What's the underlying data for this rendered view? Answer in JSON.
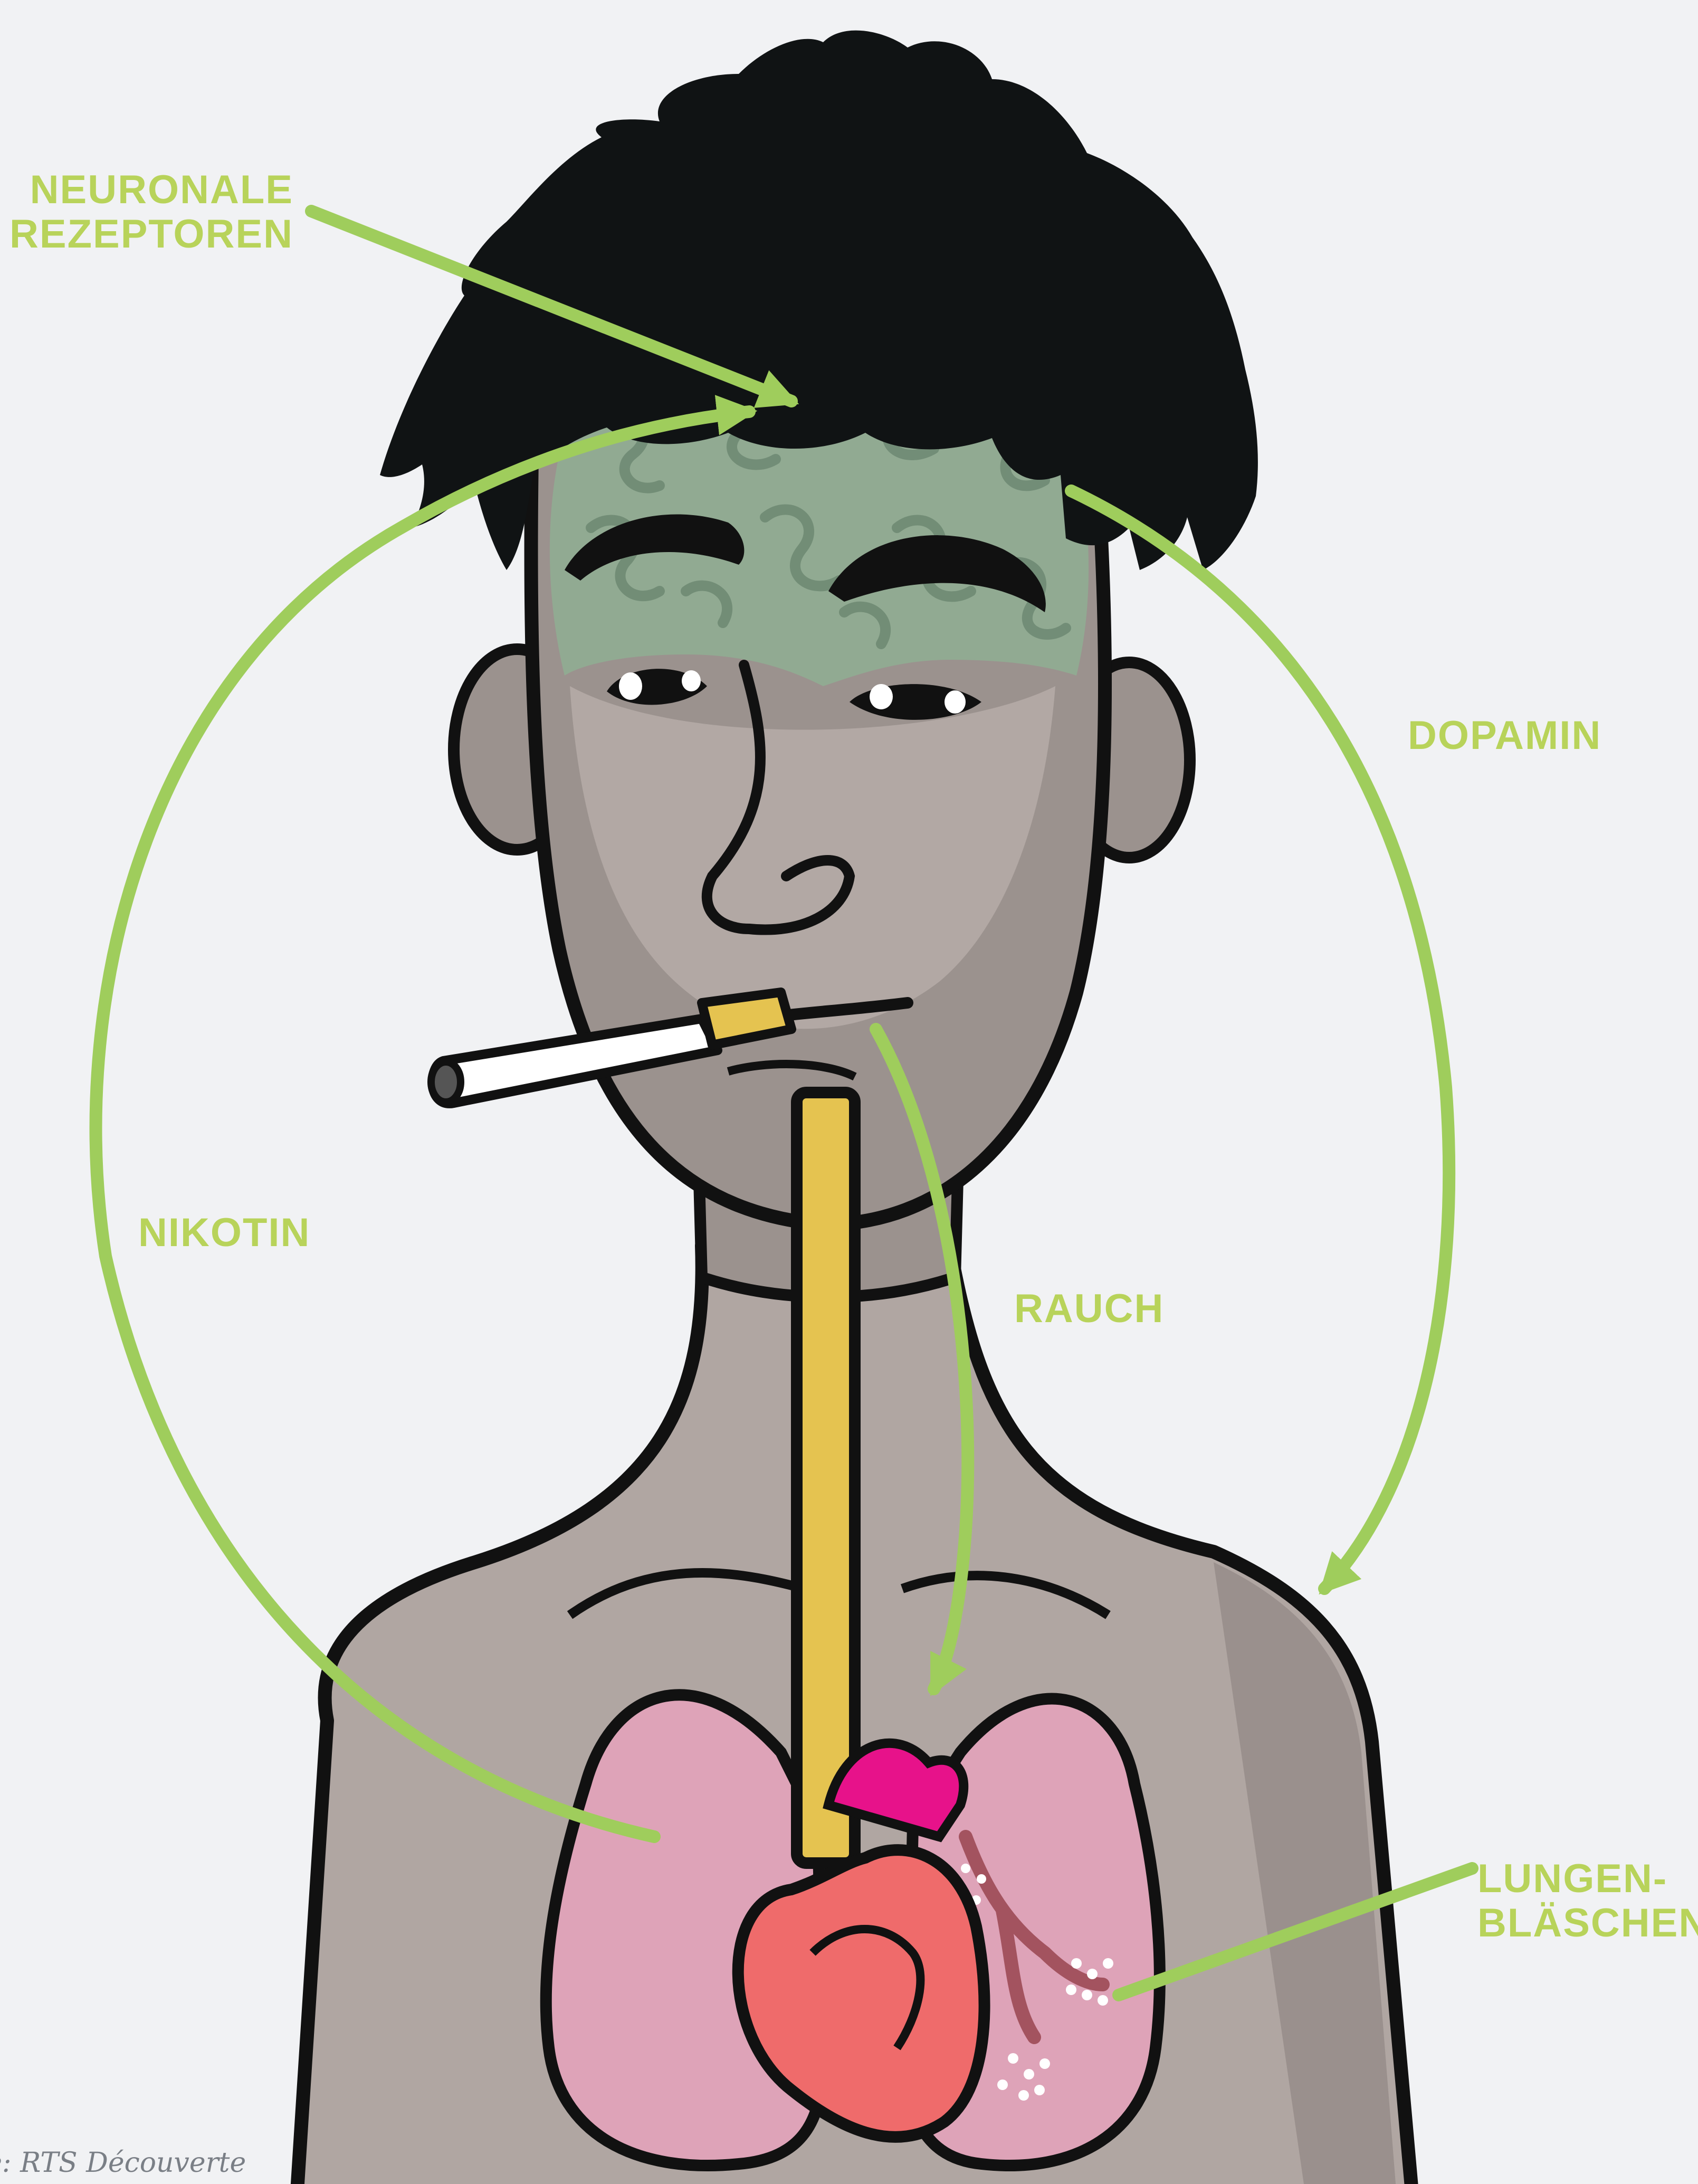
{
  "labels": {
    "neuronal_receptors": [
      "NEURONALE",
      "REZEPTOREN"
    ],
    "dopamine": "DOPAMIN",
    "nicotine": "NIKOTIN",
    "smoke": "RAUCH",
    "alveoli": [
      "LUNGEN-",
      "BLÄSCHEN"
    ]
  },
  "source": "lle: RTS Découverte",
  "colors": {
    "background": "#f1f2f4",
    "label_green": "#b8d35a",
    "arrow_green": "#9fcd5c",
    "skin": "#b0a6a2",
    "skin_shadow": "#8f8683",
    "hair": "#101314",
    "brain": "#8fae93",
    "windpipe": "#e5c350",
    "lungs": "#dea3b8",
    "heart": "#ef6b6b",
    "heart_vessels": "#e7128a"
  },
  "icons": [
    "brain-icon",
    "cigarette-icon",
    "heart-icon",
    "lungs-icon"
  ]
}
